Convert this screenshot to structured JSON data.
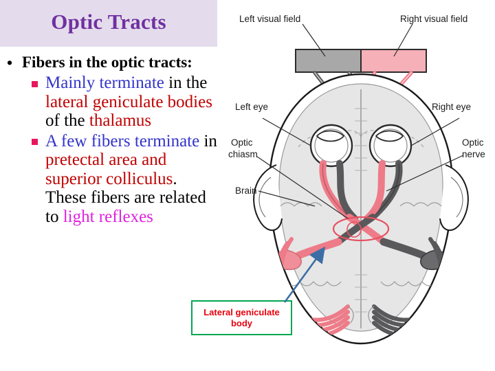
{
  "slide": {
    "title": "Optic Tracts",
    "title_color": "#7030a0",
    "title_band_color": "#e4dcec",
    "background": "#ffffff"
  },
  "body": {
    "bullets": [
      {
        "level": 1,
        "marker": "bullet-dot",
        "runs": [
          {
            "text": "Fibers in the optic tracts:",
            "color": "#000000"
          }
        ]
      },
      {
        "level": 2,
        "marker": "bullet-square",
        "runs": [
          {
            "text": "Mainly terminate ",
            "color": "#3333cc"
          },
          {
            "text": "in the ",
            "color": "#000000"
          },
          {
            "text": "lateral geniculate bodies ",
            "color": "#c00000"
          },
          {
            "text": "of the ",
            "color": "#000000"
          },
          {
            "text": "thalamus",
            "color": "#c00000"
          }
        ]
      },
      {
        "level": 2,
        "marker": "bullet-square",
        "runs": [
          {
            "text": "A few fibers terminate ",
            "color": "#3333cc"
          },
          {
            "text": "in ",
            "color": "#000000"
          },
          {
            "text": "pretectal area and superior colliculus",
            "color": "#c00000"
          },
          {
            "text": ". These fibers are related to ",
            "color": "#000000"
          },
          {
            "text": "light reflexes",
            "color": "#e020e0"
          }
        ]
      }
    ]
  },
  "callout": {
    "label": "Lateral geniculate body",
    "border_color": "#00a651",
    "text_color": "#e8000d",
    "arrow_color": "#3c6ea5"
  },
  "diagram": {
    "labels": {
      "left_visual_field": "Left visual field",
      "right_visual_field": "Right visual field",
      "left_eye": "Left eye",
      "right_eye": "Right eye",
      "optic_chiasm_line1": "Optic",
      "optic_chiasm_line2": "chiasm",
      "optic_nerve_line1": "Optic",
      "optic_nerve_line2": "nerve",
      "brain": "Brain"
    },
    "colors": {
      "left_field_fill": "#a8a8a8",
      "right_field_fill": "#f5b0b8",
      "brain_fill": "#e6e6e6",
      "pink_tract": "#ee7b88",
      "gray_tract": "#59595b",
      "outline": "#1a1a1a",
      "chiasm_ring": "#e8505f"
    }
  }
}
